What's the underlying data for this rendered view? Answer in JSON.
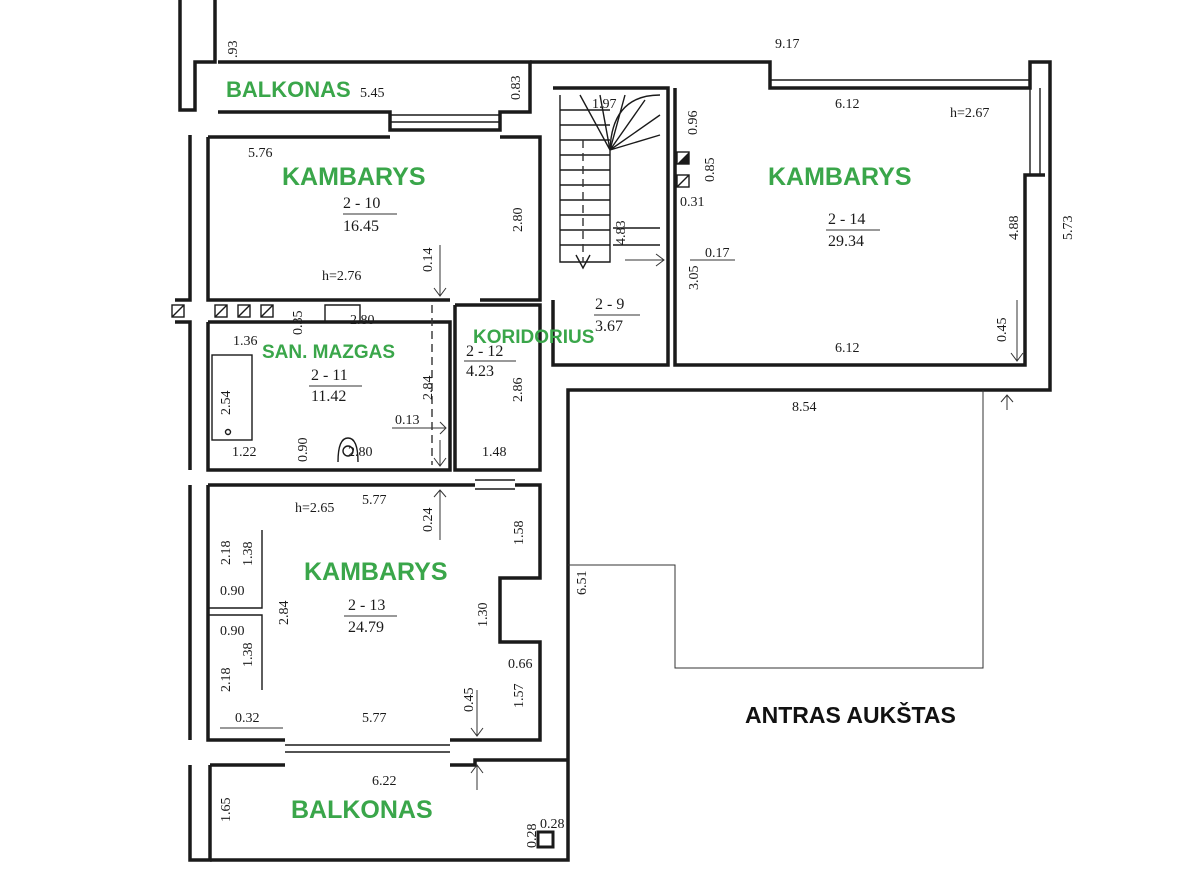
{
  "floor_title": "ANTRAS AUKŠTAS",
  "rooms": {
    "balcony_top": {
      "label": "BALKONAS"
    },
    "room_2_10": {
      "label": "KAMBARYS",
      "id": "2 - 10",
      "area": "16.45"
    },
    "room_2_14": {
      "label": "KAMBARYS",
      "id": "2 - 14",
      "area": "29.34"
    },
    "room_2_9": {
      "id": "2 - 9",
      "area": "3.67"
    },
    "room_2_11": {
      "label": "SAN. MAZGAS",
      "id": "2 - 11",
      "area": "11.42"
    },
    "room_2_12": {
      "label": "KORIDORIUS",
      "id": "2 - 12",
      "area": "4.23"
    },
    "room_2_13": {
      "label": "KAMBARYS",
      "id": "2 - 13",
      "area": "24.79"
    },
    "balcony_bottom": {
      "label": "BALKONAS"
    }
  },
  "heights": {
    "room_2_14": "h=2.67",
    "room_2_10": "h=2.76",
    "room_2_13": "h=2.65"
  },
  "dimensions": {
    "d_917": "9.17",
    "d_093": ".93",
    "d_545": "5.45",
    "d_083": "0.83",
    "d_197": "1.97",
    "d_612_top": "6.12",
    "d_096": "0.96",
    "d_085": "0.85",
    "d_031": "0.31",
    "d_576": "5.76",
    "d_280_a": "2.80",
    "d_014": "0.14",
    "d_483": "4.83",
    "d_017": "0.17",
    "d_305": "3.05",
    "d_488": "4.88",
    "d_573": "5.73",
    "d_045_top": "0.45",
    "d_612_bottom": "6.12",
    "d_035": "0.35",
    "d_280_b": "2.80",
    "d_136": "1.36",
    "d_254": "2.54",
    "d_284_a": "2.84",
    "d_286": "2.86",
    "d_013": "0.13",
    "d_090_a": "0.90",
    "d_122": "1.22",
    "d_280_c": "2.80",
    "d_148": "1.48",
    "d_854": "8.54",
    "d_577_top": "5.77",
    "d_024": "0.24",
    "d_158": "1.58",
    "d_218_a": "2.18",
    "d_138_a": "1.38",
    "d_090_b": "0.90",
    "d_284_b": "2.84",
    "d_130": "1.30",
    "d_651": "6.51",
    "d_090_c": "0.90",
    "d_138_b": "1.38",
    "d_218_b": "2.18",
    "d_066": "0.66",
    "d_157": "1.57",
    "d_045_bottom": "0.45",
    "d_032": "0.32",
    "d_577_bottom": "5.77",
    "d_622": "6.22",
    "d_165": "1.65",
    "d_028_a": "0.28",
    "d_028_b": "0.28"
  },
  "colors": {
    "label_green": "#3aa64a",
    "wall": "#1a1a1a"
  }
}
